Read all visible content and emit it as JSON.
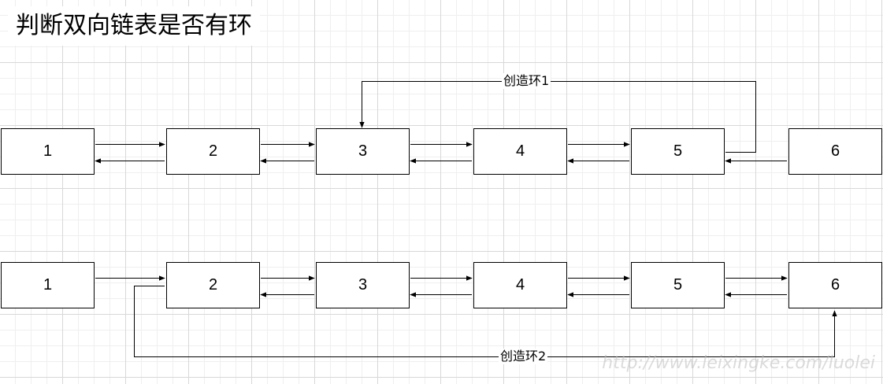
{
  "title": "判断双向链表是否有环",
  "row1": {
    "nodes": [
      "1",
      "2",
      "3",
      "4",
      "5",
      "6"
    ],
    "loop_label": "创造环1"
  },
  "row2": {
    "nodes": [
      "1",
      "2",
      "3",
      "4",
      "5",
      "6"
    ],
    "loop_label": "创造环2"
  },
  "watermark": "http://www.leixingke.com/luolei"
}
